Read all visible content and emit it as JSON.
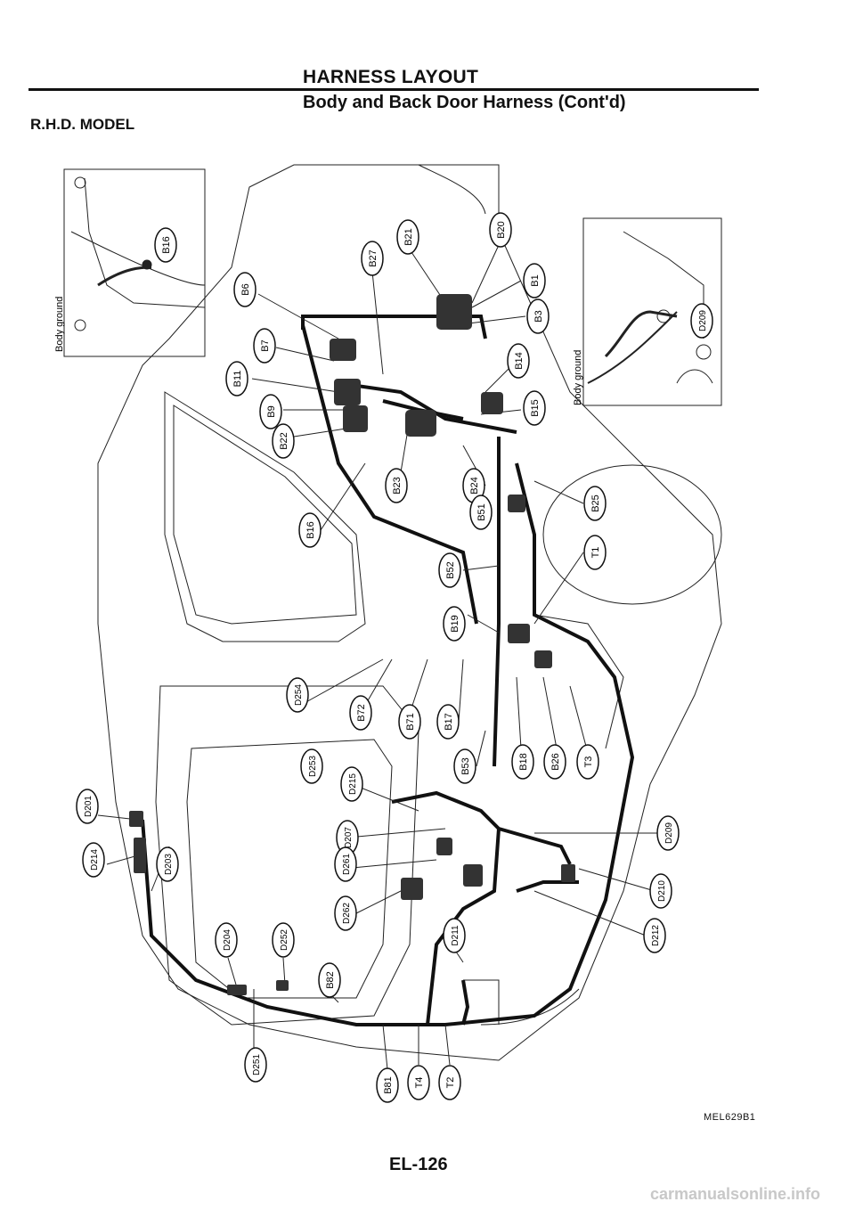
{
  "header": {
    "title": "HARNESS LAYOUT",
    "subtitle": "Body and Back Door Harness (Cont'd)"
  },
  "model": "R.H.D. MODEL",
  "insets": {
    "left": {
      "label": "Body ground",
      "connector": "B16"
    },
    "right": {
      "label": "Body ground",
      "connector": "D209"
    }
  },
  "connectors": [
    "B27",
    "B21",
    "B20",
    "B1",
    "B3",
    "B14",
    "B15",
    "B6",
    "B7",
    "B11",
    "B9",
    "B22",
    "B16",
    "B23",
    "B24",
    "B51",
    "B25",
    "T1",
    "B52",
    "B19",
    "D254",
    "B72",
    "B71",
    "B17",
    "D253",
    "B18",
    "B26",
    "T3",
    "D215",
    "B53",
    "D201",
    "D207",
    "D209",
    "D214",
    "D203",
    "D261",
    "D210",
    "D262",
    "D212",
    "D211",
    "D204",
    "D252",
    "B82",
    "D251",
    "B81",
    "T4",
    "T2"
  ],
  "figure_code": "MEL629B1",
  "page_number": "EL-126",
  "watermark": "carmanualsonline.info"
}
